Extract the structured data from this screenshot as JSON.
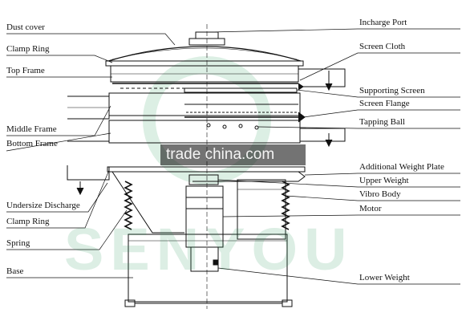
{
  "labels": {
    "dust_cover": "Dust cover",
    "clamp_ring_top": "Clamp Ring",
    "top_frame": "Top Frame",
    "middle_frame": "Middle Frame",
    "bottom_frame": "Bottom Frame",
    "undersize_discharge": "Undersize Discharge",
    "clamp_ring_bottom": "Clamp Ring",
    "spring": "Spring",
    "base": "Base",
    "incharge_port": "Incharge Port",
    "screen_cloth": "Screen Cloth",
    "supporting_screen": "Supporting Screen",
    "screen_flange": "Screen Flange",
    "tapping_ball": "Tapping Ball",
    "additional_weight_plate": "Additional Weight Plate",
    "upper_weight": "Upper Weight",
    "vibro_body": "Vibro Body",
    "motor": "Motor",
    "lower_weight": "Lower Weight"
  },
  "watermark": {
    "banner_text": "trade china.com",
    "brand_text": "SENYOU",
    "brand_color": "#2f9e5e"
  },
  "colors": {
    "line": "#111111",
    "background": "#ffffff"
  }
}
